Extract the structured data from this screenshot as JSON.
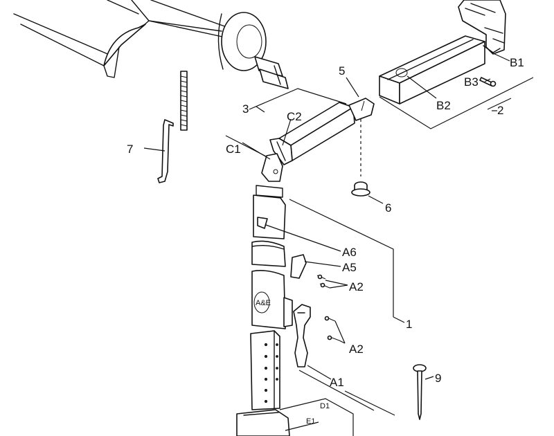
{
  "labels": {
    "l1": "1",
    "l2": "2",
    "l3": "3",
    "l5": "5",
    "l6": "6",
    "l7": "7",
    "l9": "9",
    "a1": "A1",
    "a2a": "A2",
    "a2b": "A2",
    "a5": "A5",
    "a6": "A6",
    "b1": "B1",
    "b2": "B2",
    "b3": "B3",
    "c1": "C1",
    "c2": "C2",
    "d1": "D1",
    "e1": "E1",
    "logo": "A&E"
  }
}
